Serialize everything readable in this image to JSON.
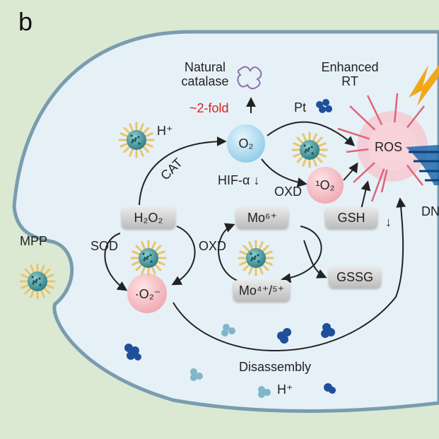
{
  "panel_label": "b",
  "labels": {
    "natural_catalase_l1": "Natural",
    "natural_catalase_l2": "catalase",
    "fold": "~2-fold",
    "up_arrow": "↑",
    "enhanced_l1": "Enhanced",
    "enhanced_l2": "RT",
    "pt": "Pt",
    "h_plus_top": "H⁺",
    "cat": "CAT",
    "o2": "O₂",
    "ros": "ROS",
    "hif": "HIF-α",
    "down_arrow": "↓",
    "oxd_mid": "OXD",
    "singlet_o2": "¹O₂",
    "dna_partial": "DN",
    "h2o2": "H₂O₂",
    "mo6": "Mo⁶⁺",
    "gsh": "GSH",
    "gsh_down": "↓",
    "mpp": "MPP",
    "sod": "SOD",
    "oxd_vert": "OXD",
    "gssg": "GSSG",
    "superoxide": "·O₂⁻",
    "mo45": "Mo⁴⁺/⁵⁺",
    "disassembly": "Disassembly",
    "h_plus_bottom": "H⁺"
  },
  "colors": {
    "background": "#dbe9d3",
    "cell": "#e6f0f7",
    "accent_red": "#d8221d",
    "molybdenum": "#1e4f9a",
    "lightning": "#f0a818"
  },
  "icons": [
    "nanoparticle-icon",
    "catalase-protein-icon",
    "pt-cluster-icon",
    "ros-burst-icon",
    "dna-icon",
    "lightning-icon",
    "mo-cluster-icon"
  ]
}
